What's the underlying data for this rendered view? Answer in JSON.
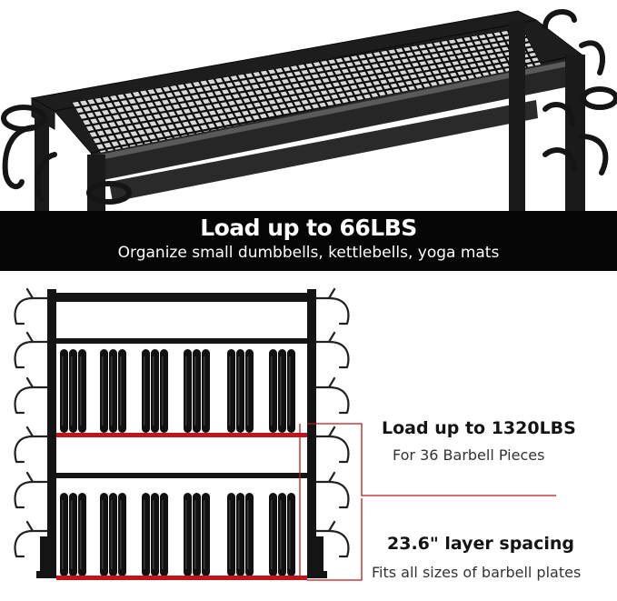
{
  "banner": {
    "title": "Load up to 66LBS",
    "subtitle": "Organize small dumbbells, kettlebells, yoga mats"
  },
  "callouts": [
    {
      "title": "Load up to 1320LBS",
      "subtitle": "For 36 Barbell Pieces"
    },
    {
      "title": "23.6\" layer spacing",
      "subtitle": "Fits all sizes of barbell plates"
    }
  ],
  "colors": {
    "rack": "#141414",
    "highlight": "#c0161b",
    "banner": "#050505",
    "background": "#ffffff"
  }
}
